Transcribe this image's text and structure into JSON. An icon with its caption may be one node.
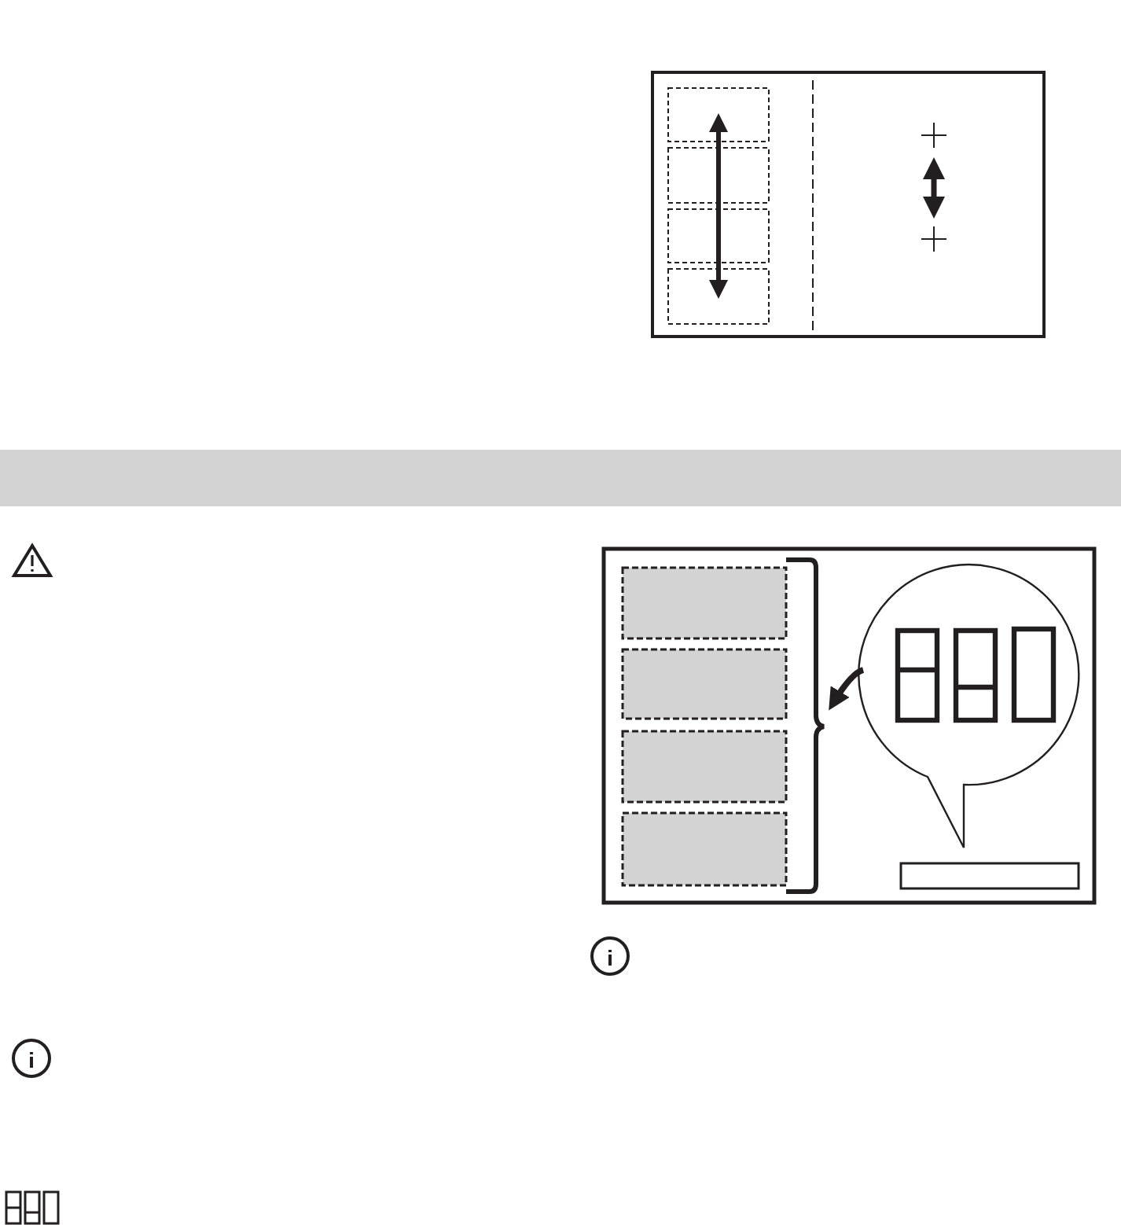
{
  "diagram": {
    "nodes": [
      {
        "text": [],
        "shape": "bubble"
      },
      {
        "text": [],
        "shape": "box"
      }
    ],
    "edges": [
      {
        "from": 0,
        "to": 1,
        "arrow": "to"
      }
    ]
  }
}
